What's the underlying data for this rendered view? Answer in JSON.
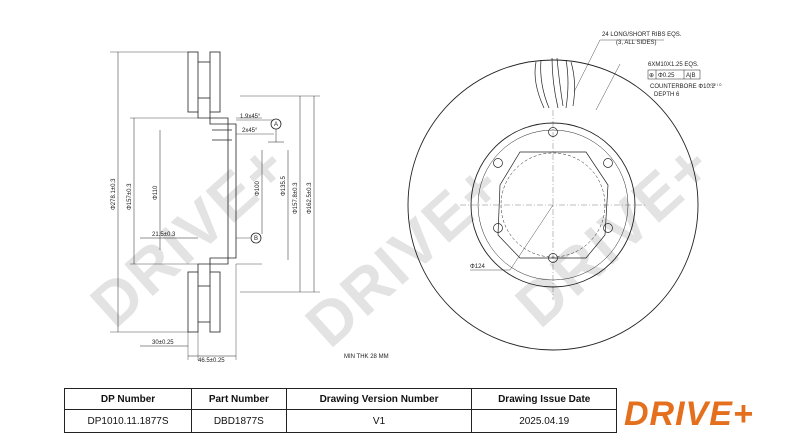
{
  "watermark": "DRIVE+",
  "dimensions": {
    "dia_outer": "Φ278.1±0.3",
    "dia_110": "Φ110",
    "dia_157": "Φ157±0.3",
    "dia_100": "Φ100",
    "dia_135": "Φ135.5",
    "dia_157_8": "Φ157.8±0.3",
    "dia_162_5": "Φ162.5±0.3",
    "dim_215": "21.5±0.3",
    "dim_30": "30±0.25",
    "dim_46_5": "46.5±0.25",
    "chamfer_1": "1.9x45°",
    "chamfer_2": "2x45°",
    "datum_a": "A",
    "datum_b": "B",
    "min_thk": "MIN THK 28 MM",
    "pcd_124": "Φ124",
    "ribs_note_line1": "24 LONG/SHORT RIBS EQS.",
    "ribs_note_line2": "(3, ALL SIDES)",
    "thread_note": "6XM10X1.25 EQS.",
    "tolerance_sym": "⊕",
    "tolerance_val": "Φ0.25",
    "tolerance_m": "M",
    "tolerance_datum": "A|B",
    "counterbore": "COUNTERBORE Φ10.2",
    "counterbore_tol": "+0.2 / 0",
    "depth": "DEPTH 6"
  },
  "title_block": {
    "headers": [
      "DP Number",
      "Part Number",
      "Drawing Version Number",
      "Drawing Issue Date"
    ],
    "values": [
      "DP1010.11.1877S",
      "DBD1877S",
      "V1",
      "2025.04.19"
    ]
  },
  "logo": {
    "text": "DRIVE",
    "plus": "+",
    "color": "#e4701e"
  },
  "colors": {
    "line": "#222222",
    "watermark": "#e3e3e3",
    "accent": "#e4701e"
  }
}
